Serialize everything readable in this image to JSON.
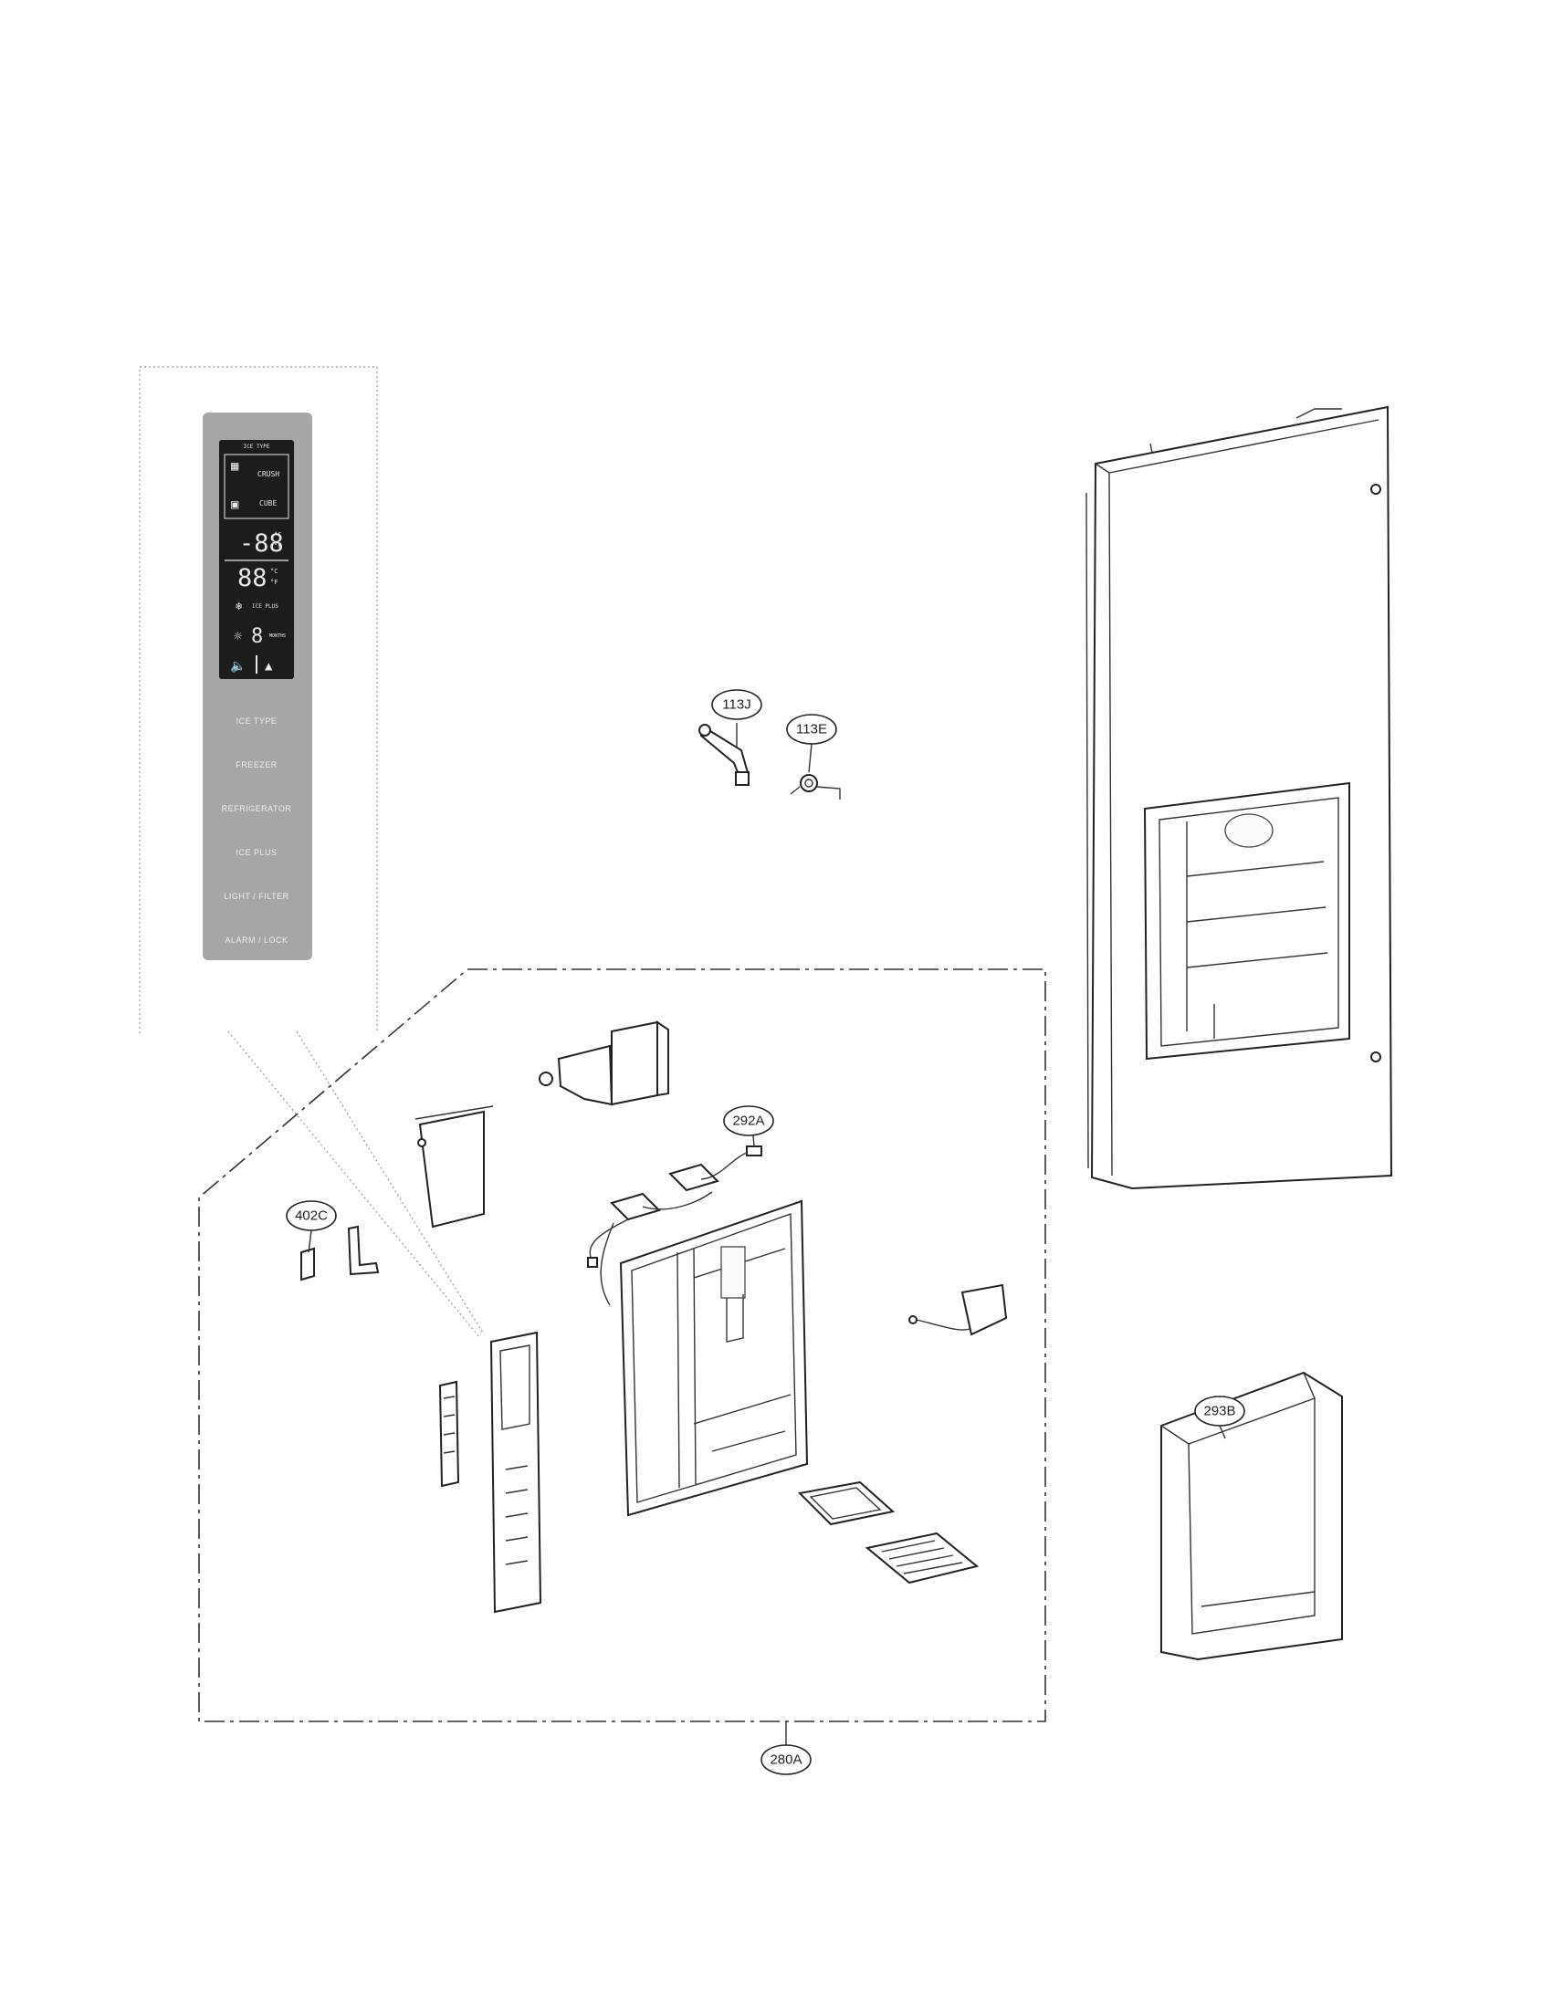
{
  "callouts": {
    "c113J": "113J",
    "c113E": "113E",
    "c292A": "292A",
    "c402C": "402C",
    "c293B": "293B",
    "c280A": "280A"
  },
  "control_panel": {
    "lcd": {
      "ice_type_header": "ICE TYPE",
      "crush": "CRUSH",
      "cube": "CUBE",
      "temp_top": "-88",
      "unit_c_top": "°C",
      "unit_f_top": "°F",
      "temp_bottom": "88",
      "unit_c_bottom": "°C",
      "unit_f_bottom": "°F",
      "ice_plus": "ICE PLUS",
      "filter_digit": "8",
      "filter_label": "MONTHS"
    },
    "buttons": [
      "ICE TYPE",
      "FREEZER",
      "REFRIGERATOR",
      "ICE PLUS",
      "LIGHT / FILTER",
      "ALARM / LOCK"
    ]
  }
}
